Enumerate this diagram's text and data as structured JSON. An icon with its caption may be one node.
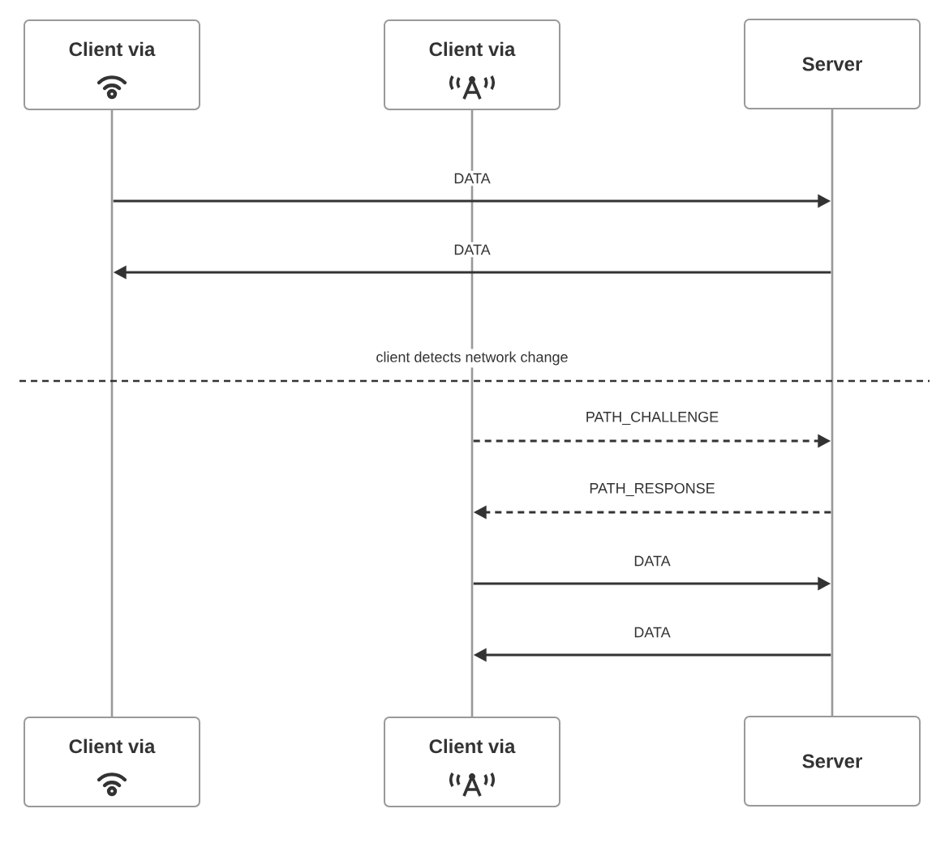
{
  "diagram": {
    "nodes": [
      {
        "text": [
          "Client via"
        ]
      },
      {
        "text": [
          "Client via"
        ]
      },
      {
        "text": [
          "Server"
        ]
      },
      {
        "text": [
          "Client via"
        ]
      },
      {
        "text": [
          "Client via"
        ]
      },
      {
        "text": [
          "Server"
        ]
      },
      {
        "text": [],
        "shape": "bar"
      },
      {
        "text": [],
        "shape": "bar"
      },
      {
        "text": [],
        "shape": "bar"
      }
    ],
    "edges": [
      {
        "from": 6,
        "to": 8,
        "arrow": "to",
        "label": "DATA"
      },
      {
        "from": 8,
        "to": 6,
        "arrow": "to",
        "label": "DATA"
      },
      {
        "from": 7,
        "to": 8,
        "arrow": "to",
        "label": "PATH_CHALLENGE",
        "style": "dashed"
      },
      {
        "from": 8,
        "to": 7,
        "arrow": "to",
        "label": "PATH_RESPONSE",
        "style": "dashed"
      },
      {
        "from": 7,
        "to": 8,
        "arrow": "to",
        "label": "DATA"
      },
      {
        "from": 8,
        "to": 7,
        "arrow": "to",
        "label": "DATA"
      }
    ],
    "labels": [
      "client detects network change"
    ]
  }
}
